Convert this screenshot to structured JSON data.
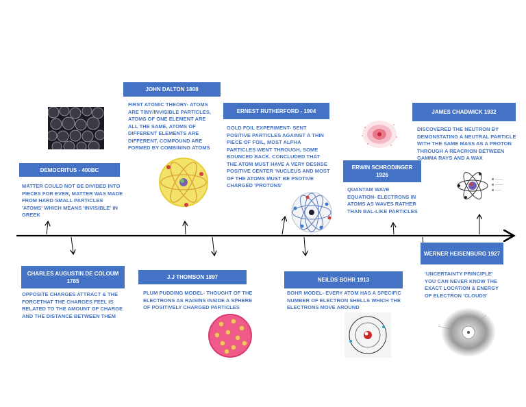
{
  "events": [
    {
      "id": "democritus",
      "title": "DEMOCRITUS - 400BC",
      "desc": "MATTER COULD NOT BE DIVIDED INTO PIECES FOR EVER, MATTER WAS MADE FROM HARD SMALL PARTICLES 'ATOMS' WHICH MEANS 'INVISIBLE' IN GREEK"
    },
    {
      "id": "coloum",
      "title": "CHARLES AUGUSTIN DE COLOUM 1785",
      "desc": "OPPOSITE CHARGES ATTRACT & THE FORCETHAT THE CHARGES FEEL IS RELATED TO THE AMOUNT OF CHARGE AND THE DISTANCE BETWEEN THEM"
    },
    {
      "id": "dalton",
      "title": "JOHN DALTON 1808",
      "desc": "FIRST ATOMIC THEORY- ATOMS ARE TINY/INVISIBLE PARTICLES, ATOMS OF ONE ELEMENT ARE ALL THE SAME, ATOMS OF DIFFERENT ELEMENTS ARE DIFFERENT, COMPOUND ARE FORMED BY COMBINING ATOMS"
    },
    {
      "id": "thomson",
      "title": "J.J THOMSON 1897",
      "desc": "PLUM PUDDING MODEL- THOUGHT OF THE ELECTRONS AS RAISINS INSIDE A SPHERE OF POSITIVELY CHARGED PARTICLES"
    },
    {
      "id": "rutherford",
      "title": "ERNEST RUTHERFORD - 1904",
      "desc": "GOLD FOIL EXPERIMENT- SENT POSITIVE PARTICLES AGAINST A THIN PIECE OF FOIL, MOST ALPHA PARTICLES WENT THROUGH, SOME BOUNCED BACK. CONCLUDED THAT THE ATOM MUST HAVE A VERY DESNSE POSITIVE CENTER 'NUCLEUS AND MOST OF THE ATOMS MUST BE PSOTIVE CHARGED 'PROTONS'"
    },
    {
      "id": "bohr",
      "title": "NEILDS BOHR 1913",
      "desc": "BOHR MODEL- EVERY ATOM HAS A SPECIFIC NUMBER OF ELECTRON SHELLS WHICH THE ELECTRONS MOVE AROUND"
    },
    {
      "id": "schrodinger",
      "title": "ERWIN SCHRODINGER 1926",
      "desc": "QUANTAM WAVE EQUATION- ELECTRONS IN ATOMS AS WAVES RATHER THAN BAL-LIKE PARTICLES"
    },
    {
      "id": "heisenburg",
      "title": "WERNER HEISENBURG 1927",
      "desc": "'UNCERTAINTY PRINCIPLE' YOU CAN NEVER KNOW THE EXACT LOCATION & ENERGY OF ELECTRON 'CLOUDS'"
    },
    {
      "id": "chadwick",
      "title": "JAMES CHADWICK 1932",
      "desc": "DISCOVERED THE NEUTRON BY DEMONSTATING A NEUTRAL PARTICLE WITH THE SAME MASS AS A PROTON THROUGH A REACRION BETWEEN GAMMA RAYS AND A WAX"
    }
  ],
  "colors": {
    "accent": "#4472c4",
    "text_on_accent": "#ffffff",
    "timeline": "#000000"
  },
  "icons": [
    "atomic-spheres-image",
    "dalton-atom-icon",
    "plum-pudding-icon",
    "rutherford-atom-icon",
    "bohr-atom-icon",
    "electron-cloud-icon",
    "chadwick-atom-icon",
    "heisenberg-cloud-icon"
  ]
}
